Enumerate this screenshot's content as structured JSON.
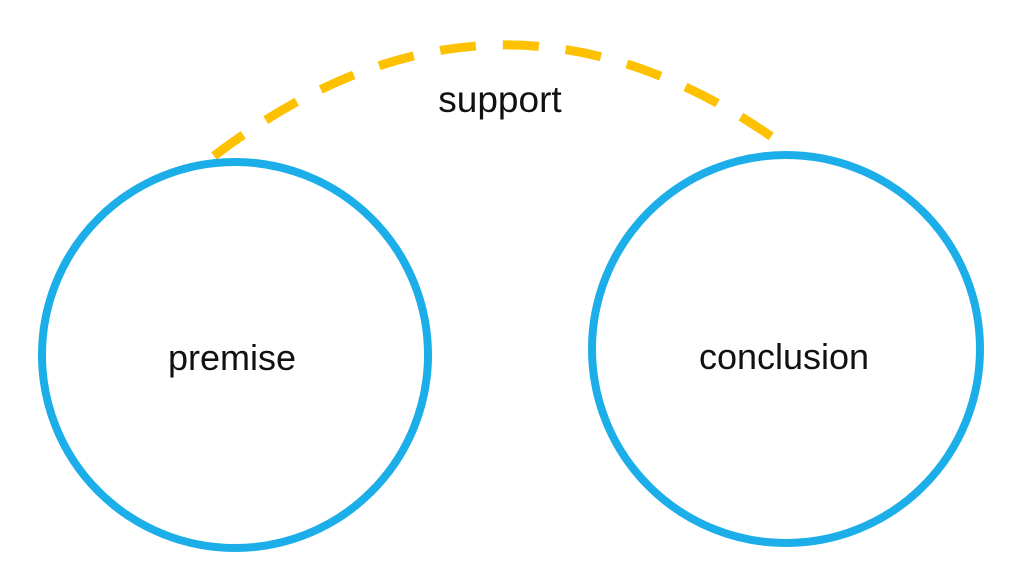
{
  "diagram": {
    "title": "argument-structure-diagram",
    "nodes": [
      {
        "id": "premise",
        "label": "premise"
      },
      {
        "id": "conclusion",
        "label": "conclusion"
      }
    ],
    "edge": {
      "label": "support",
      "style": "dashed-arc"
    },
    "colors": {
      "node_stroke": "#1caee9",
      "node_fill": "#ffffff",
      "edge_stroke": "#fdc100",
      "text": "#111111",
      "background": "#ffffff"
    }
  }
}
